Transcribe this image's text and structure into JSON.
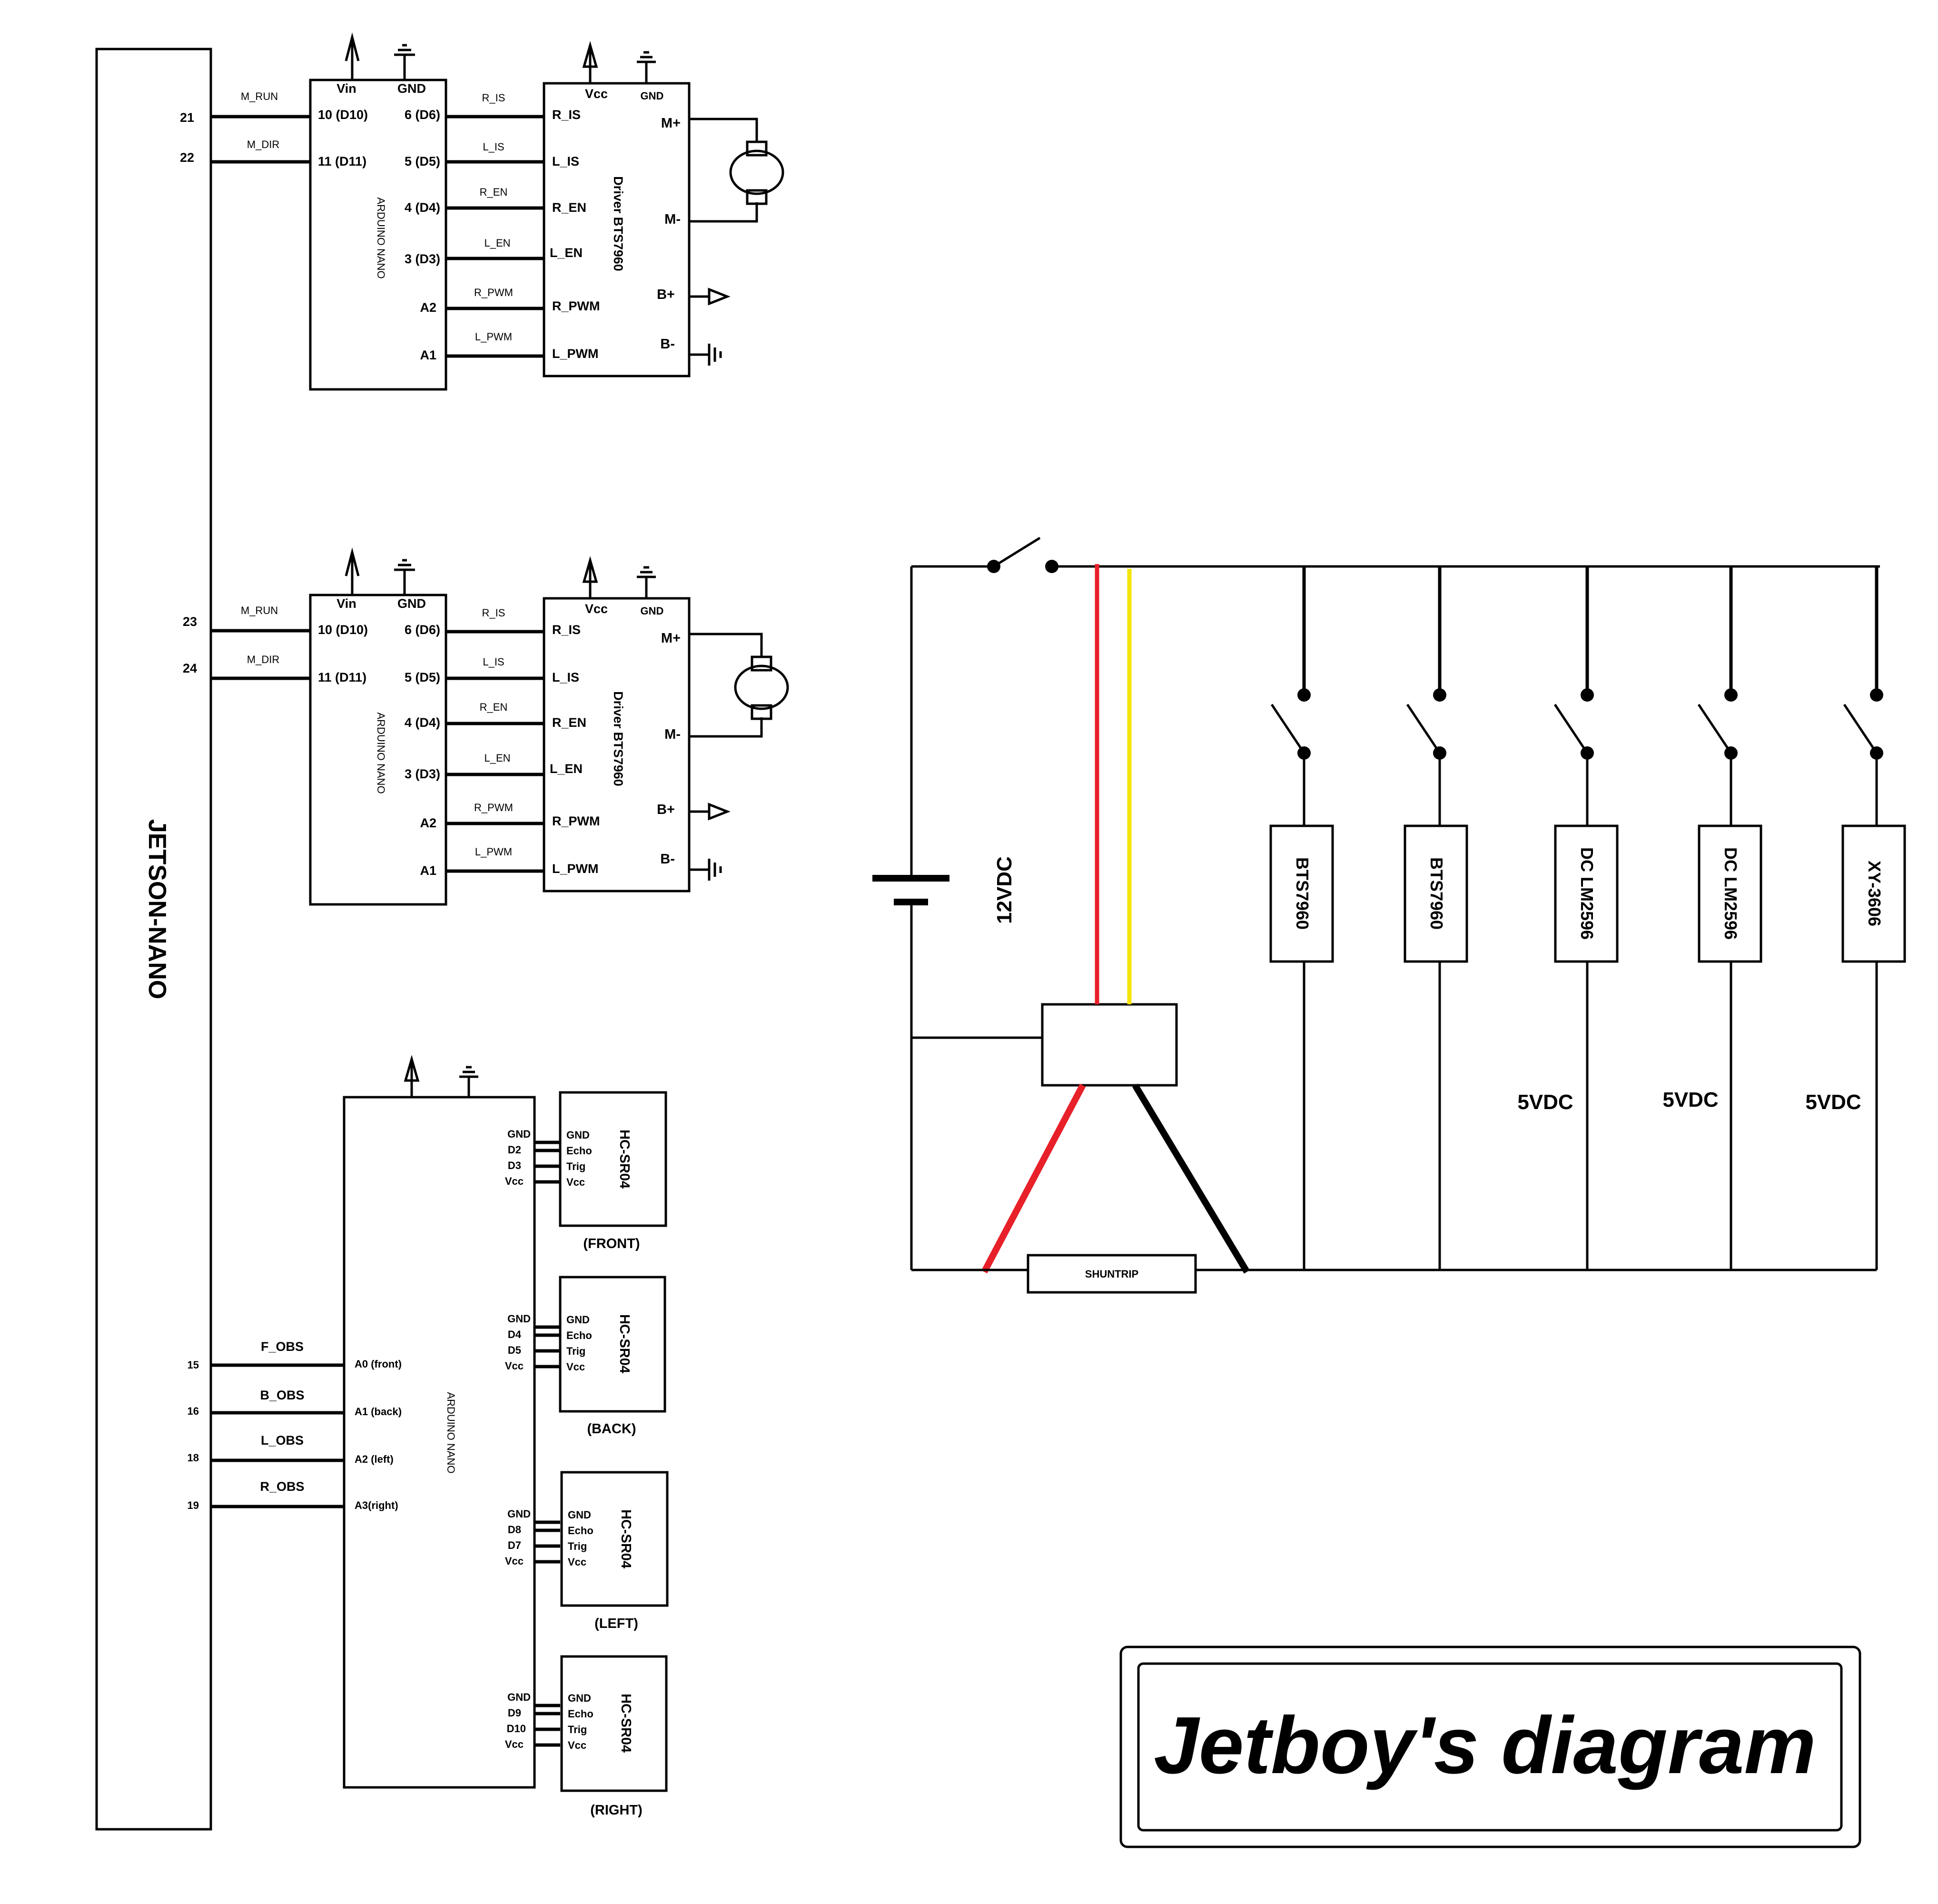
{
  "title": "Jetboy's diagram",
  "jetson": {
    "label": "JETSON-NANO",
    "pins": {
      "p21": "21",
      "p22": "22",
      "p23": "23",
      "p24": "24",
      "p15": "15",
      "p16": "16",
      "p18": "18",
      "p19": "19"
    }
  },
  "signals": {
    "m_run": "M_RUN",
    "m_dir": "M_DIR",
    "f_obs": "F_OBS",
    "b_obs": "B_OBS",
    "l_obs": "L_OBS",
    "r_obs": "R_OBS"
  },
  "arduino": {
    "label": "ARDUINO NANO",
    "vin": "Vin",
    "gnd": "GND",
    "motor_pins": {
      "d10": "10 (D10)",
      "d11": "11 (D11)",
      "d6": "6 (D6)",
      "d5": "5 (D5)",
      "d4": "4 (D4)",
      "d3": "3 (D3)",
      "a2": "A2",
      "a1": "A1"
    },
    "sensor_pins": {
      "a0": "A0 (front)",
      "a1": "A1 (back)",
      "a2": "A2 (left)",
      "a3": "A3(right)"
    }
  },
  "wire_labels": {
    "r_is": "R_IS",
    "l_is": "L_IS",
    "r_en": "R_EN",
    "l_en": "L_EN",
    "r_pwm": "R_PWM",
    "l_pwm": "L_PWM"
  },
  "driver": {
    "label": "Driver BTS7960",
    "vcc": "Vcc",
    "gnd": "GND",
    "inputs": {
      "r_is": "R_IS",
      "l_is": "L_IS",
      "r_en": "R_EN",
      "l_en": "L_EN",
      "r_pwm": "R_PWM",
      "l_pwm": "L_PWM"
    },
    "outputs": {
      "mp": "M+",
      "mm": "M-",
      "bp": "B+",
      "bm": "B-"
    }
  },
  "sonar": {
    "label": "HC-SR04",
    "pins": {
      "gnd": "GND",
      "echo": "Echo",
      "trig": "Trig",
      "vcc": "Vcc"
    },
    "front": {
      "pins": [
        "GND",
        "D2",
        "D3",
        "Vcc"
      ],
      "position": "(FRONT)"
    },
    "back": {
      "pins": [
        "GND",
        "D4",
        "D5",
        "Vcc"
      ],
      "position": "(BACK)"
    },
    "left": {
      "pins": [
        "GND",
        "D8",
        "D7",
        "Vcc"
      ],
      "position": "(LEFT)"
    },
    "right": {
      "pins": [
        "GND",
        "D9",
        "D10",
        "Vcc"
      ],
      "position": "(RIGHT)"
    }
  },
  "power": {
    "battery": "12VDC",
    "shunt": "SHUNTRIP",
    "loads": [
      "BTS7960",
      "BTS7960",
      "DC LM2596",
      "DC LM2596",
      "XY-3606"
    ],
    "outputs": [
      "5VDC",
      "5VDC",
      "5VDC"
    ],
    "wire_colors": {
      "red": "#e8202a",
      "yellow": "#f5e400",
      "black": "#000000"
    }
  }
}
